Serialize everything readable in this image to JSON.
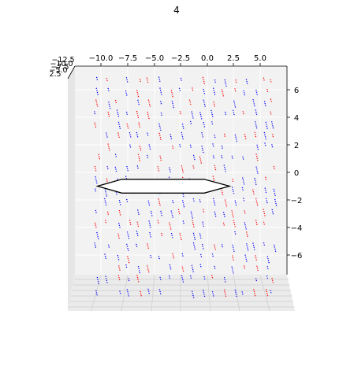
{
  "chart_data": {
    "type": "scatter",
    "projection": "3d",
    "title": "4",
    "x_ticks": [
      "−10.0",
      "−7.5",
      "−5.0",
      "−2.5",
      "0.0",
      "2.5",
      "5.0"
    ],
    "y_ticks": [
      "6",
      "4",
      "2",
      "0",
      "−2",
      "−4",
      "−6"
    ],
    "z_ticks": [
      "−12.5",
      "−10.0",
      "−7.5",
      "−5.0",
      "2.5"
    ],
    "xlim": [
      -11.5,
      6.5
    ],
    "ylim": [
      -7.5,
      7.5
    ],
    "grid": true,
    "series": [
      {
        "color": "#ff0000"
      },
      {
        "color": "#0000ff"
      }
    ],
    "polygon": {
      "type": "hexagon",
      "color": "#000000",
      "vertices": [
        [
          -10.4,
          -1.0
        ],
        [
          -8.1,
          -0.5
        ],
        [
          -0.3,
          -0.5
        ],
        [
          2.1,
          -1.0
        ],
        [
          -0.3,
          -1.5
        ],
        [
          -8.1,
          -1.5
        ]
      ]
    }
  }
}
